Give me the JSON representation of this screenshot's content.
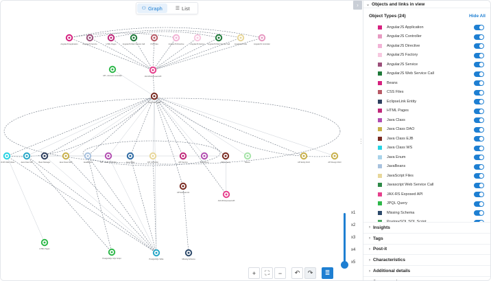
{
  "view_toggle": {
    "graph_label": "Graph",
    "list_label": "List",
    "active": "Graph"
  },
  "panel": {
    "title": "Objects and links in view",
    "object_types_label": "Object Types (24)",
    "hide_all_label": "Hide All",
    "types": [
      {
        "label": "AngularJS Application",
        "color": "#d6217f",
        "enabled": true
      },
      {
        "label": "AngularJS Controller",
        "color": "#e79ac2",
        "enabled": true
      },
      {
        "label": "AngularJS Directive",
        "color": "#f2b3d6",
        "enabled": true
      },
      {
        "label": "AngularJS Factory",
        "color": "#f7c8e0",
        "enabled": true
      },
      {
        "label": "AngularJS Service",
        "color": "#9b4f7a",
        "enabled": true
      },
      {
        "label": "AngularJS Web Service Call",
        "color": "#1f7a3a",
        "enabled": true
      },
      {
        "label": "Beans",
        "color": "#d6217f",
        "enabled": true
      },
      {
        "label": "CSS Files",
        "color": "#b85a66",
        "enabled": true
      },
      {
        "label": "EclipseLink Entity",
        "color": "#2e3f5e",
        "enabled": true
      },
      {
        "label": "HTML Pages",
        "color": "#c0287a",
        "enabled": true
      },
      {
        "label": "Java Class",
        "color": "#b24db0",
        "enabled": true
      },
      {
        "label": "Java Class DAO",
        "color": "#c8b04a",
        "enabled": true
      },
      {
        "label": "Java Class EJB",
        "color": "#7a2b22",
        "enabled": true
      },
      {
        "label": "Java Class WS",
        "color": "#27d3e3",
        "enabled": true
      },
      {
        "label": "Java Enum",
        "color": "#a9d3ea",
        "enabled": true
      },
      {
        "label": "JavaBeans",
        "color": "#a8c2de",
        "enabled": true
      },
      {
        "label": "JavaScript Files",
        "color": "#e8d79a",
        "enabled": true
      },
      {
        "label": "Javascript Web Service Call",
        "color": "#2e8a48",
        "enabled": true
      },
      {
        "label": "JAX-RS Exposed API",
        "color": "#e63f8c",
        "enabled": true
      },
      {
        "label": "JPQL Query",
        "color": "#2eb84a",
        "enabled": true
      },
      {
        "label": "Missing Schema",
        "color": "#2d4a6b",
        "enabled": true
      },
      {
        "label": "PostgreSQL SQL Script",
        "color": "#4aa860",
        "enabled": true
      }
    ],
    "sections": [
      "Insights",
      "Tags",
      "Post-it",
      "Characteristics",
      "Additional details",
      "Source code"
    ]
  },
  "zoom": {
    "levels": [
      "x1",
      "x2",
      "x3",
      "x4",
      "x5"
    ],
    "current": "x5"
  },
  "toolbar": {
    "zoom_in": "+",
    "fit": "⛶",
    "zoom_out": "−",
    "undo": "↶",
    "redo": "↷",
    "layout": "≣"
  },
  "graph": {
    "top_row": [
      "AngularJS Application",
      "AngularJS Service",
      "HTML Pages",
      "AngularJS Web Service Call",
      "CSS Files",
      "AngularJS Directive",
      "AngularJS Factory",
      "AngularJS Web Service Call",
      "JavaScript Files",
      "AngularJS Controller"
    ],
    "mid_nodes": [
      "API - Account Controller",
      "JAX-RS Exposed API"
    ],
    "hub": "Java Class EJB",
    "row2": [
      "JAX-RS Web Class",
      "Java Class WS",
      "Bean Manager",
      "Java Class DAO",
      "JavaBeans",
      "API - Java Controller",
      "Java Class",
      "API Controller",
      "API Service",
      "Java Enum",
      "JPQL Query",
      "Beans",
      "API Entity DAO",
      "API Design DAO"
    ],
    "row3": [
      "API EclipseLink",
      "JAX-RS Exposed API"
    ],
    "bottom": [
      "HTML Pages",
      "PostgreSQL SQL Script",
      "PostgreSQL Table",
      "Missing Schema"
    ]
  }
}
